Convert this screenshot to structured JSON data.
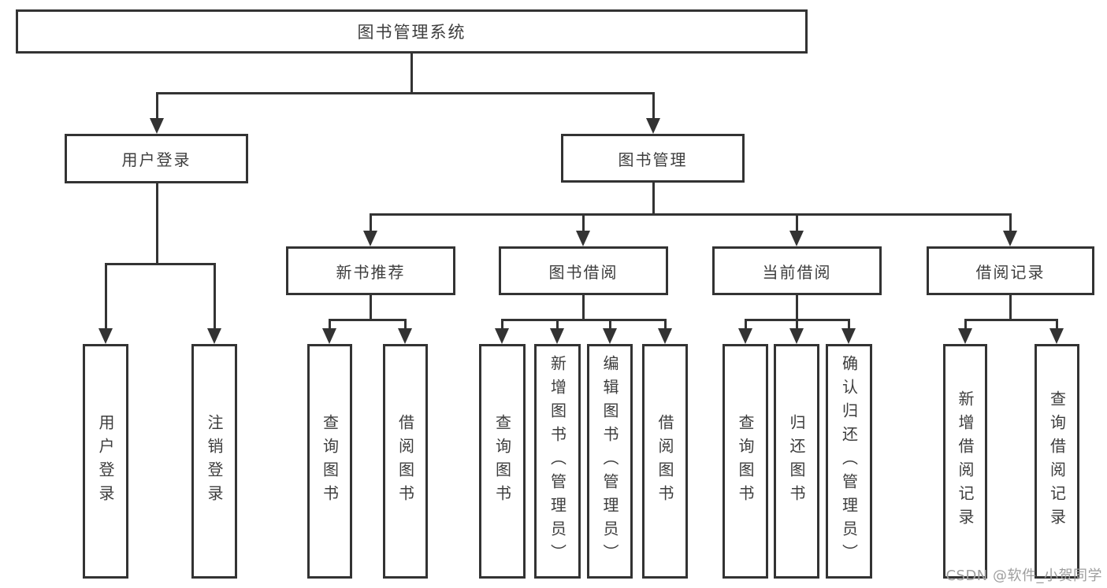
{
  "nodes": {
    "root": "图书管理系统",
    "user_login": "用户登录",
    "book_mgmt": "图书管理",
    "new_book_rec": "新书推荐",
    "book_borrow": "图书借阅",
    "current_borrow": "当前借阅",
    "borrow_records": "借阅记录",
    "login": "用户登录",
    "logout": "注销登录",
    "rec_query": "查询图书",
    "rec_borrow": "借阅图书",
    "bb_query": "查询图书",
    "bb_add": "新增图书（管理员）",
    "bb_edit": "编辑图书（管理员）",
    "bb_borrow": "借阅图书",
    "cb_query": "查询图书",
    "cb_return": "归还图书",
    "cb_confirm": "确认归还（管理员）",
    "br_add": "新增借阅记录",
    "br_query": "查询借阅记录"
  },
  "structure": {
    "图书管理系统": [
      "用户登录",
      "图书管理"
    ],
    "用户登录": [
      "用户登录",
      "注销登录"
    ],
    "图书管理": [
      "新书推荐",
      "图书借阅",
      "当前借阅",
      "借阅记录"
    ],
    "新书推荐": [
      "查询图书",
      "借阅图书"
    ],
    "图书借阅": [
      "查询图书",
      "新增图书（管理员）",
      "编辑图书（管理员）",
      "借阅图书"
    ],
    "当前借阅": [
      "查询图书",
      "归还图书",
      "确认归还（管理员）"
    ],
    "借阅记录": [
      "新增借阅记录",
      "查询借阅记录"
    ]
  },
  "watermark": "CSDN @软件_小贺同学",
  "colors": {
    "line": "#333333",
    "box_border": "#333333",
    "text": "#3d3d3d",
    "background": "#ffffff",
    "watermark": "#9e9e9e"
  }
}
